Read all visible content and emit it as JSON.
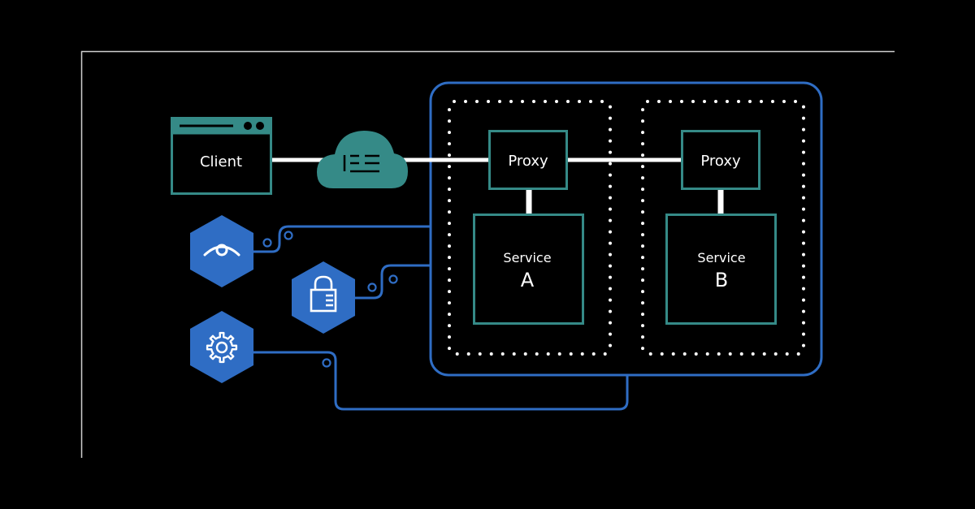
{
  "colors": {
    "background": "#000000",
    "frame": "#d0d0d0",
    "teal": "#358a87",
    "blue": "#2f6dc4",
    "link": "#ffffff",
    "dots": "#ffffff"
  },
  "client": {
    "label": "Client"
  },
  "cloud": {
    "name": "network-cloud"
  },
  "mesh": {
    "pods": [
      {
        "proxy_label": "Proxy",
        "service_label": "Service",
        "service_letter": "A"
      },
      {
        "proxy_label": "Proxy",
        "service_label": "Service",
        "service_letter": "B"
      }
    ]
  },
  "control_plane_icons": [
    {
      "name": "observability",
      "icon": "eye-icon"
    },
    {
      "name": "security",
      "icon": "lock-icon"
    },
    {
      "name": "configuration",
      "icon": "gear-icon"
    }
  ]
}
